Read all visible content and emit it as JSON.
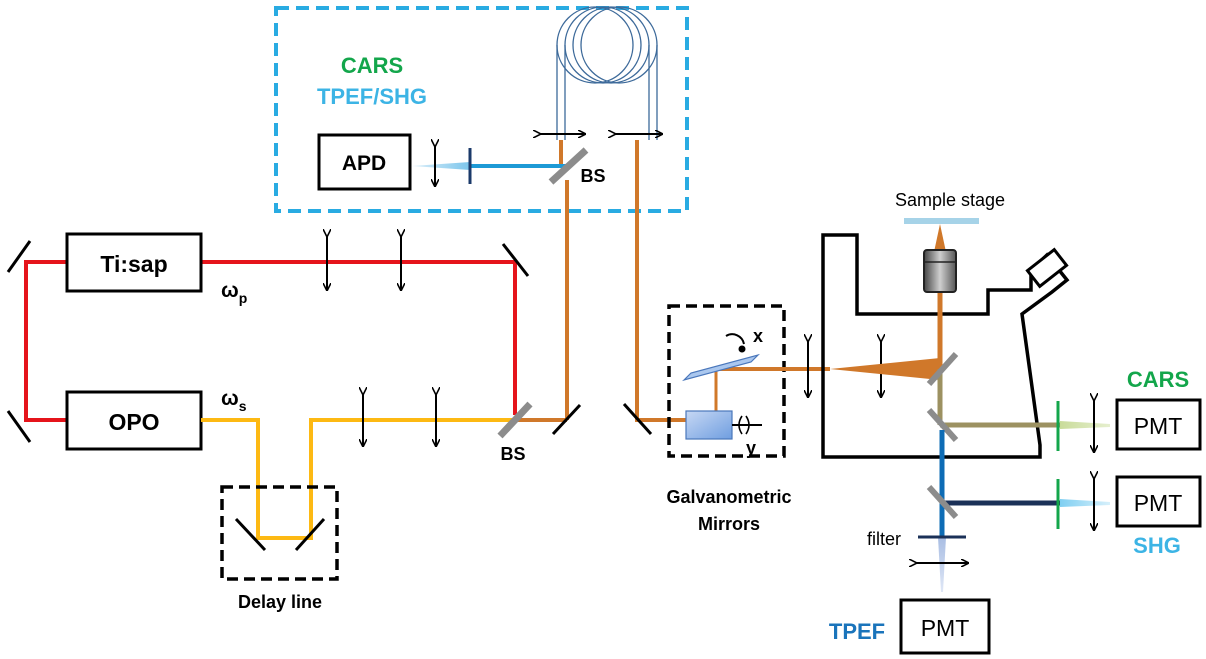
{
  "labels": {
    "cars_top": "CARS",
    "tpef_shg_top": "TPEF/SHG",
    "apd": "APD",
    "bs_top": "BS",
    "bs_bottom": "BS",
    "tisap": "Ti:sap",
    "opo": "OPO",
    "omega": "ω",
    "sub_p": "p",
    "sub_s": "s",
    "delay_line": "Delay line",
    "galvo_line1": "Galvanometric",
    "galvo_line2": "Mirrors",
    "axis_x": "x",
    "axis_y": "y",
    "sample_stage": "Sample stage",
    "cars_right": "CARS",
    "pmt_cars": "PMT",
    "pmt_shg": "PMT",
    "shg_right": "SHG",
    "filter": "filter",
    "tpef_bottom": "TPEF",
    "pmt_tpef": "PMT"
  },
  "colors": {
    "red_beam": "#e5141b",
    "yellow_beam": "#fdb913",
    "orange_beam": "#d0782a",
    "blue_beam": "#1d9ad6",
    "dark_blue_beam": "#0e6cb5",
    "navy_beam": "#1b3158",
    "olive_beam": "#9c9161",
    "cars_green": "#13a64b",
    "shg_cyan": "#3cb4e5",
    "tpef_blue": "#1a74bb",
    "dashed_cyan": "#29abe2"
  }
}
